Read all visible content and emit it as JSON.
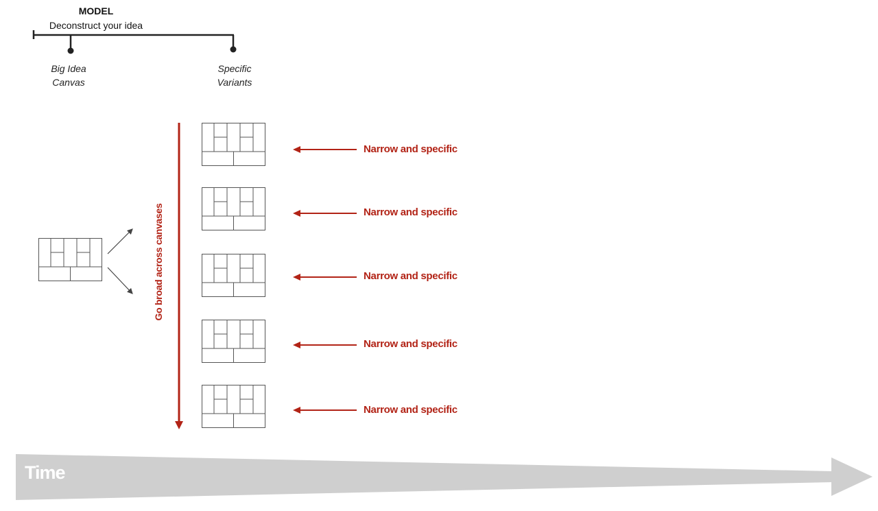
{
  "model": {
    "title": "MODEL",
    "subtitle": "Deconstruct your idea"
  },
  "stages": {
    "left": {
      "line1": "Big Idea",
      "line2": "Canvas"
    },
    "right": {
      "line1": "Specific",
      "line2": "Variants"
    }
  },
  "broad_label": "Go broad across canvases",
  "variant_labels": [
    "Narrow and specific",
    "Narrow and specific",
    "Narrow and specific",
    "Narrow and specific",
    "Narrow and specific"
  ],
  "time_label": "Time",
  "colors": {
    "accent_red": "#b22316",
    "time_arrow_gray": "#cfcfcf",
    "line_dark": "#222222",
    "canvas_stroke": "#555555"
  }
}
